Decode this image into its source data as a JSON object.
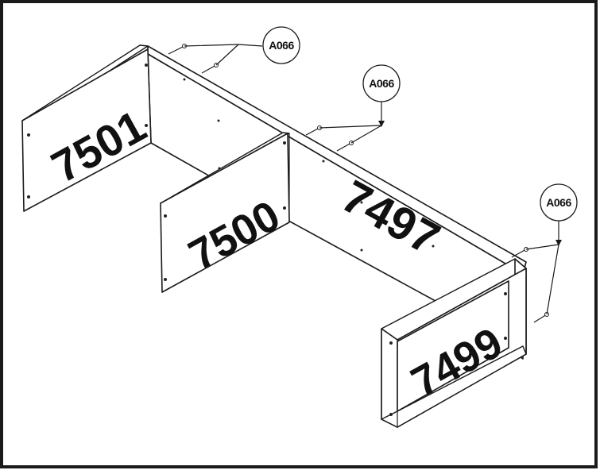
{
  "panels": {
    "left_end": "7501",
    "middle_divider": "7500",
    "back": "7497",
    "right_box": "7499"
  },
  "callouts": {
    "top_left": "A066",
    "top_middle": "A066",
    "right": "A066"
  },
  "colors": {
    "line": "#1a1a1a",
    "background": "#ffffff"
  }
}
